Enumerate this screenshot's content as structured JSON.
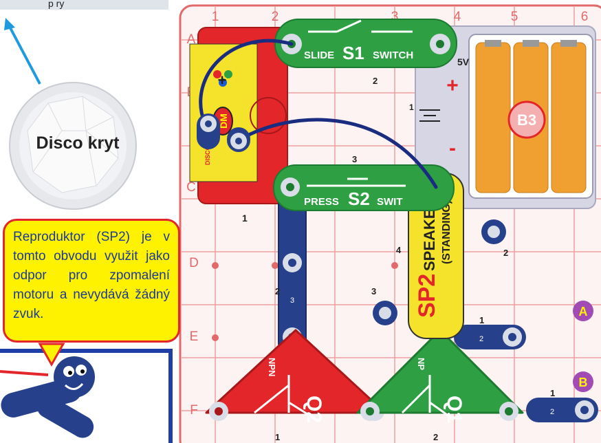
{
  "top_fragment": "p ry",
  "disco_cover_label": "Disco kryt",
  "callout_text": "Reproduktor (SP2) je v tomto obvodu využit jako odpor pro zpomalení motoru a nevydává žádný zvuk.",
  "grid": {
    "columns": [
      "1",
      "2",
      "3",
      "4",
      "5",
      "6"
    ],
    "rows": [
      "A",
      "B",
      "C",
      "D",
      "E",
      "F"
    ]
  },
  "parts": {
    "slide_switch": {
      "word1": "SLIDE",
      "code": "S1",
      "word2": "SWITCH",
      "level": "2"
    },
    "press_switch": {
      "word1": "PRESS",
      "code": "S2",
      "word2": "SWIT",
      "level": "3"
    },
    "disco_motor": {
      "code": "DM",
      "text": "DISCO MOTOR",
      "level": "1"
    },
    "battery": {
      "code": "B3",
      "voltage": "5V",
      "plus": "+",
      "minus": "-",
      "level": "1"
    },
    "speaker": {
      "code": "SP2",
      "text1": "SPEAKER",
      "text2": "(STANDING)",
      "level": "4"
    },
    "transistor_q2": {
      "type": "NPN",
      "code": "Q2",
      "level": "1"
    },
    "transistor_q1": {
      "type": "NP",
      "code": "Q1",
      "level": "2"
    }
  },
  "wires": {
    "snap_2": {
      "level": "2",
      "num": "3"
    },
    "snap_1a": {
      "level": "1",
      "num": "2"
    },
    "snap_1b": {
      "level": "1",
      "num": "2"
    },
    "snap_stub_speaker": {
      "level": "2"
    },
    "snap_stub_q": {
      "level": "3"
    }
  },
  "points": {
    "a": "A",
    "b": "B"
  },
  "colors": {
    "red_part": "#e2262a",
    "green_part": "#2ea043",
    "blue_wire": "#26408b",
    "yellow_part": "#f5e22a",
    "battery_holder": "#d6d6e4",
    "battery_cell": "#f0a030",
    "grid": "#e88a8a",
    "callout_bg": "#fff200",
    "callout_text": "#1d3a9a"
  }
}
